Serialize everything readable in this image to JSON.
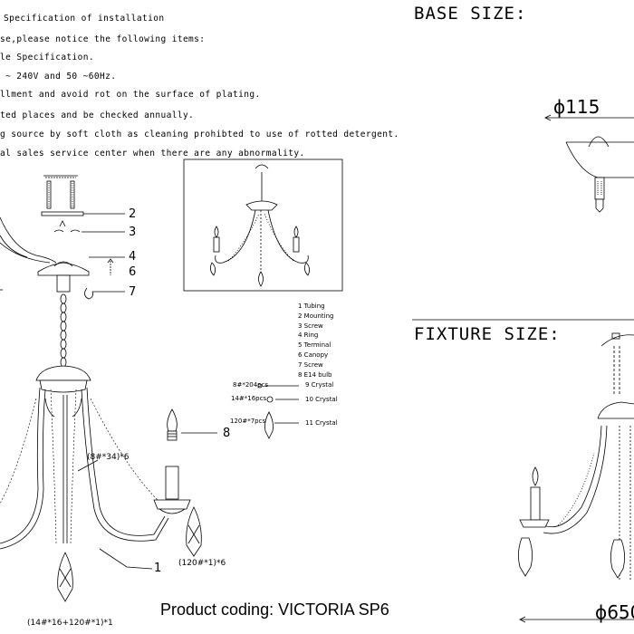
{
  "instructions": [
    "Specification of installation",
    "se,please notice the following items:",
    "le Specification.",
    "~ 240V and 50 ~60Hz.",
    "llment and avoid rot on the surface of plating.",
    "ted places and be checked annually.",
    "g source by soft cloth as cleaning prohibted to use of rotted detergent.",
    "al sales service center when there are any abnormality."
  ],
  "base_heading": "BASE SIZE:",
  "base_dimension": "ϕ115",
  "fixture_heading": "FIXTURE SIZE:",
  "fixture_dimension": "ϕ650",
  "callouts": {
    "c2": "2",
    "c3": "3",
    "c4": "4",
    "c6": "6",
    "c7": "7",
    "c8": "8",
    "c1": "1"
  },
  "small_labels": {
    "chain": "(8#*34)*6",
    "pendant": "(120#*1)*6",
    "bottom": "(14#*16+120#*1)*1"
  },
  "legend": [
    "1 Tubing",
    "2 Mounting",
    "3 Screw",
    "4 Ring",
    "5 Terminal",
    "6 Canopy",
    "7 Screw",
    "8 E14 bulb"
  ],
  "crystals": [
    {
      "left": "8#*204pcs",
      "right": "9 Crystal"
    },
    {
      "left": "14#*16pcs",
      "right": "10 Crystal"
    },
    {
      "left": "120#*7pcs",
      "right": "11 Crystal"
    }
  ],
  "product_coding": "Product coding: VICTORIA SP6"
}
